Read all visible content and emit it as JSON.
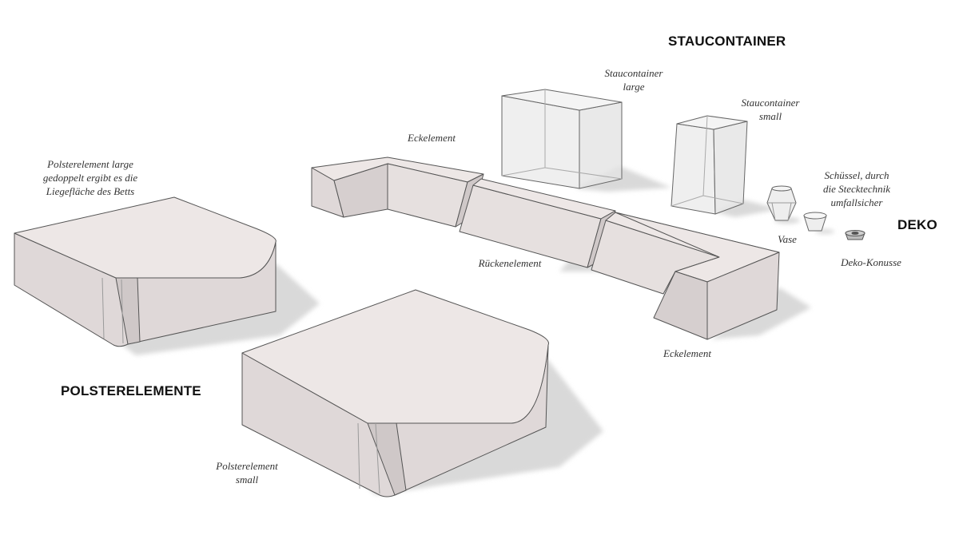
{
  "headings": {
    "staucontainer": "STAUCONTAINER",
    "deko": "DEKO",
    "polsterelemente": "POLSTERELEMENTE"
  },
  "labels": {
    "polster_large": [
      "Polsterelement large",
      "gedoppelt ergibt es die",
      "Liegefläche des Betts"
    ],
    "polster_small": [
      "Polsterelement",
      "small"
    ],
    "eckelement_back": "Eckelement",
    "rueckenelement": "Rückenelement",
    "eckelement_front": "Eckelement",
    "staucontainer_large": [
      "Staucontainer",
      "large"
    ],
    "staucontainer_small": [
      "Staucontainer",
      "small"
    ],
    "schuessel": [
      "Schüssel, durch",
      "die Stecktechnik",
      "umfallsicher"
    ],
    "vase": "Vase",
    "deko_konusse": "Deko-Konusse"
  },
  "colors": {
    "cushion_top": "#ede7e6",
    "cushion_side": "#dfd8d8",
    "cushion_side_dark": "#cfc8c8",
    "edge": "#555555",
    "shadow": "#d9d9d9",
    "glass_top": "#f4f4f4",
    "glass_side": "#ebebeb",
    "text": "#333333",
    "heading": "#111111"
  }
}
